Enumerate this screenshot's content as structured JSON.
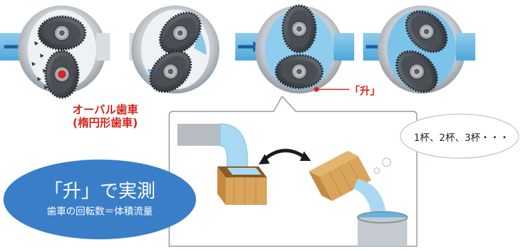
{
  "labels": {
    "gear_name_line1": "オーバル歯車",
    "gear_name_line2": "(楕円形歯車)",
    "masu": "「升」",
    "counting": "1杯、2杯、3杯・・・",
    "method_title": "「升」で実測",
    "method_formula": "歯車の回転数＝体積流量"
  },
  "colors": {
    "water": "#5fb6e3",
    "water_light": "#a9d9f2",
    "casing": "#9aa3aa",
    "accent_red": "#d7261e",
    "ellipse": "#3a7ec8",
    "box_wood": "#d9a45c",
    "box_dark": "#8a5a22"
  },
  "icons": {
    "flow_arrow": "right-arrow-icon",
    "swap_arrow": "double-arrow-icon"
  },
  "stages": [
    {
      "name": "stage-1",
      "rotation": "initial"
    },
    {
      "name": "stage-2",
      "rotation": "quarter"
    },
    {
      "name": "stage-3",
      "rotation": "half"
    },
    {
      "name": "stage-4",
      "rotation": "three-quarter"
    }
  ]
}
